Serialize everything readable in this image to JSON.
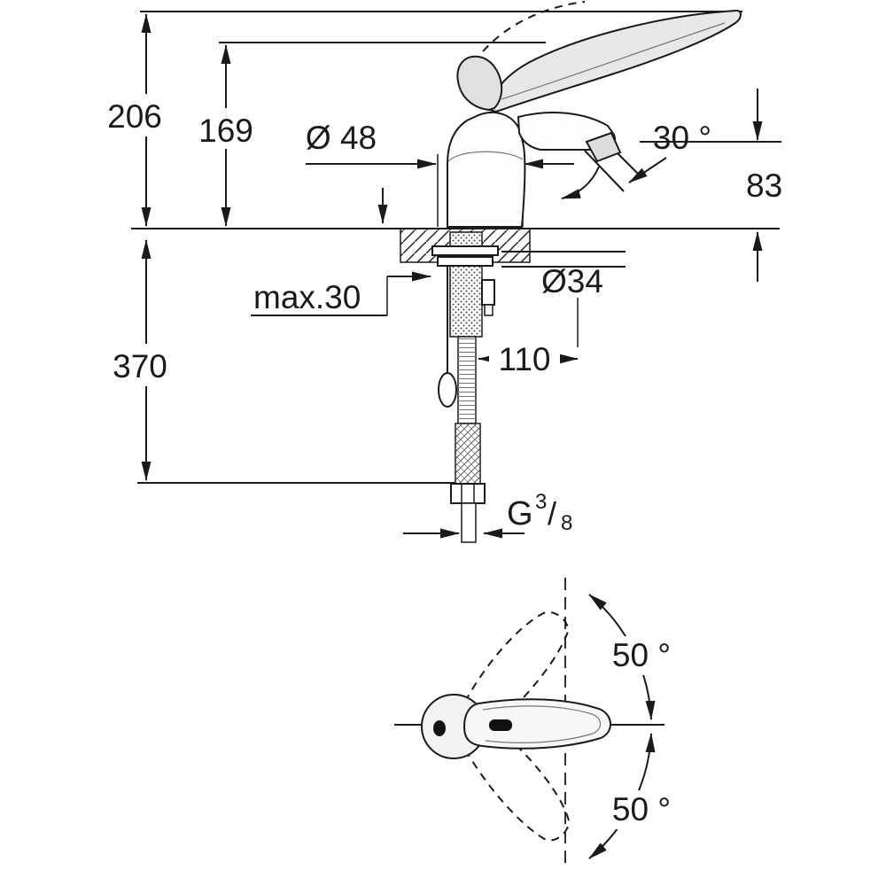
{
  "drawing": {
    "subject": "Basin mixer tap dimension drawing",
    "line_color": "#1a1a1a",
    "background_color": "#ffffff"
  },
  "front_view": {
    "total_height": "206",
    "height_to_spout": "169",
    "body_diameter": "Ø 48",
    "spout_angle": "30 °",
    "spout_to_deck_height": "83",
    "mounting_hole_diameter": "Ø34",
    "max_deck_thickness": "max.30",
    "depth_below_deck": "370",
    "hose_projection": "110",
    "connection_thread": {
      "g": "G",
      "numerator": "3",
      "slash": "/",
      "denominator": "8"
    }
  },
  "top_view": {
    "handle_swivel_up": "50 °",
    "handle_swivel_down": "50 °"
  }
}
